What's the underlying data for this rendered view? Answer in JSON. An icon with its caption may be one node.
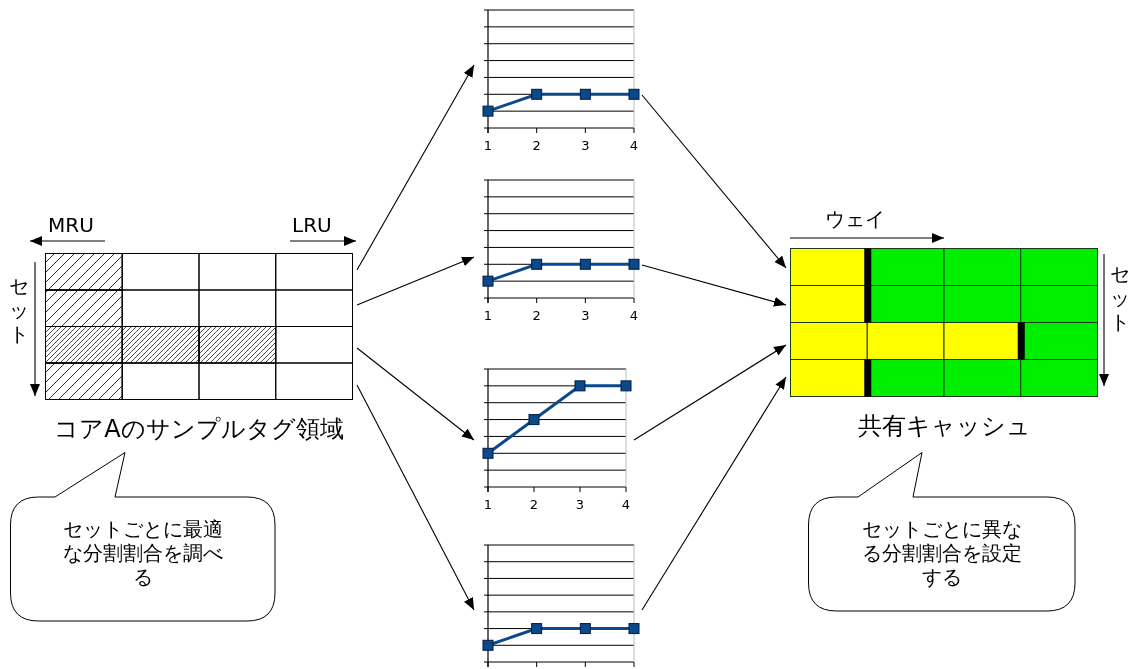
{
  "diagram": {
    "nodes": [
      {
        "text": [
          "コアAのサンプルタグ領域"
        ]
      },
      {
        "text": [
          "1",
          "2",
          "3",
          "4"
        ]
      },
      {
        "text": [
          "1",
          "2",
          "3",
          "4"
        ]
      },
      {
        "text": [
          "1",
          "2",
          "3",
          "4"
        ]
      },
      {
        "text": [],
        "shape": "picture"
      },
      {
        "text": [
          "共有キャッシュ"
        ]
      },
      {
        "text": [
          "セットごとに最適な分割割合を調べる"
        ]
      },
      {
        "text": [
          "セットごとに異なる分割割合を設定する"
        ]
      }
    ],
    "edges": [
      {
        "from": 0,
        "to": 1,
        "arrow": "to"
      },
      {
        "from": 0,
        "to": 2,
        "arrow": "to"
      },
      {
        "from": 0,
        "to": 3,
        "arrow": "to"
      },
      {
        "from": 0,
        "to": 4,
        "arrow": "to"
      },
      {
        "from": 1,
        "to": 5,
        "arrow": "to"
      },
      {
        "from": 2,
        "to": 5,
        "arrow": "to"
      },
      {
        "from": 3,
        "to": 5,
        "arrow": "to"
      },
      {
        "from": 4,
        "to": 5,
        "arrow": "to"
      }
    ],
    "labels": [
      "MRU",
      "LRU",
      "セット",
      "ウェイ",
      "セット"
    ]
  }
}
